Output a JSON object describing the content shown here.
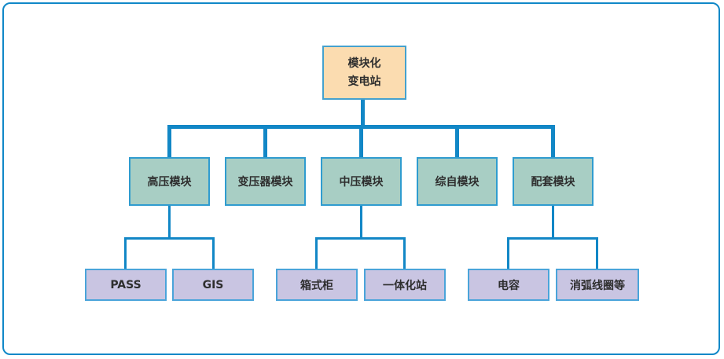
{
  "colors": {
    "frame_border": "#1088c8",
    "connector": "#1287c6",
    "root_fill": "#fbdcb0",
    "root_border": "#45a1ce",
    "module_fill": "#a8cec4",
    "module_border": "#2f9ccf",
    "leaf_fill": "#c9c5e2",
    "leaf_border": "#4aa4da",
    "text": "#2e2e2e"
  },
  "tree": {
    "root": {
      "line1": "模块化",
      "line2": "变电站"
    },
    "children": [
      {
        "label": "高压模块",
        "children": [
          {
            "label": "PASS"
          },
          {
            "label": "GIS"
          }
        ]
      },
      {
        "label": "变压器模块",
        "children": []
      },
      {
        "label": "中压模块",
        "children": [
          {
            "label": "箱式柜"
          },
          {
            "label": "一体化站"
          }
        ]
      },
      {
        "label": "综自模块",
        "children": []
      },
      {
        "label": "配套模块",
        "children": [
          {
            "label": "电容"
          },
          {
            "label": "消弧线圈等"
          }
        ]
      }
    ]
  }
}
